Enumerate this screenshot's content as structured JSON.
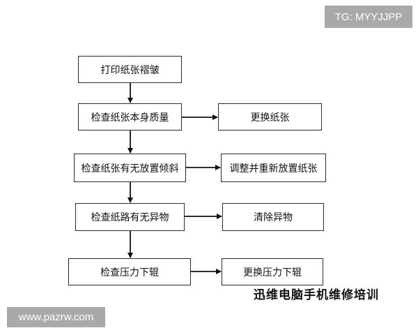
{
  "watermark_top": "TG: MYYJJPP",
  "watermark_bottom": "www.pazrw.com",
  "brand_text": "迅维电脑手机维修培训",
  "flow": {
    "step1": "打印纸张褶皱",
    "step2": "检查纸张本身质量",
    "step3": "检查纸张有无放置倾斜",
    "step4": "检查纸路有无异物",
    "step5": "检查压力下辊",
    "action2": "更换纸张",
    "action3": "调整并重新放置纸张",
    "action4": "清除异物",
    "action5": "更换压力下辊"
  }
}
